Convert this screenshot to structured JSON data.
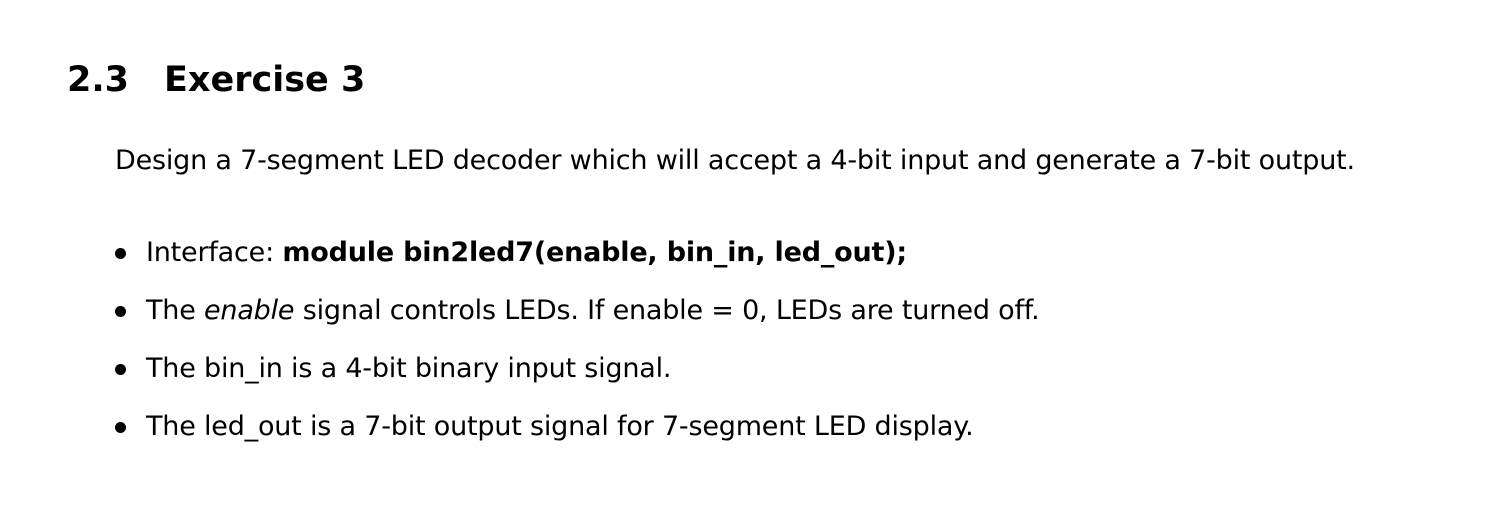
{
  "section": {
    "number": "2.3",
    "title": "Exercise 3"
  },
  "intro": "Design a 7-segment LED decoder which will accept a 4-bit input and generate a 7-bit output.",
  "bullets": [
    {
      "prefix": "Interface: ",
      "code": "module bin2led7(enable, bin_in, led_out);"
    },
    {
      "before": "The ",
      "emphasis": "enable",
      "after": " signal controls LEDs. If enable = 0, LEDs are turned off."
    },
    {
      "text": "The bin_in is a 4-bit binary input signal."
    },
    {
      "text": "The led_out is a 7-bit output signal for 7-segment LED display."
    }
  ]
}
